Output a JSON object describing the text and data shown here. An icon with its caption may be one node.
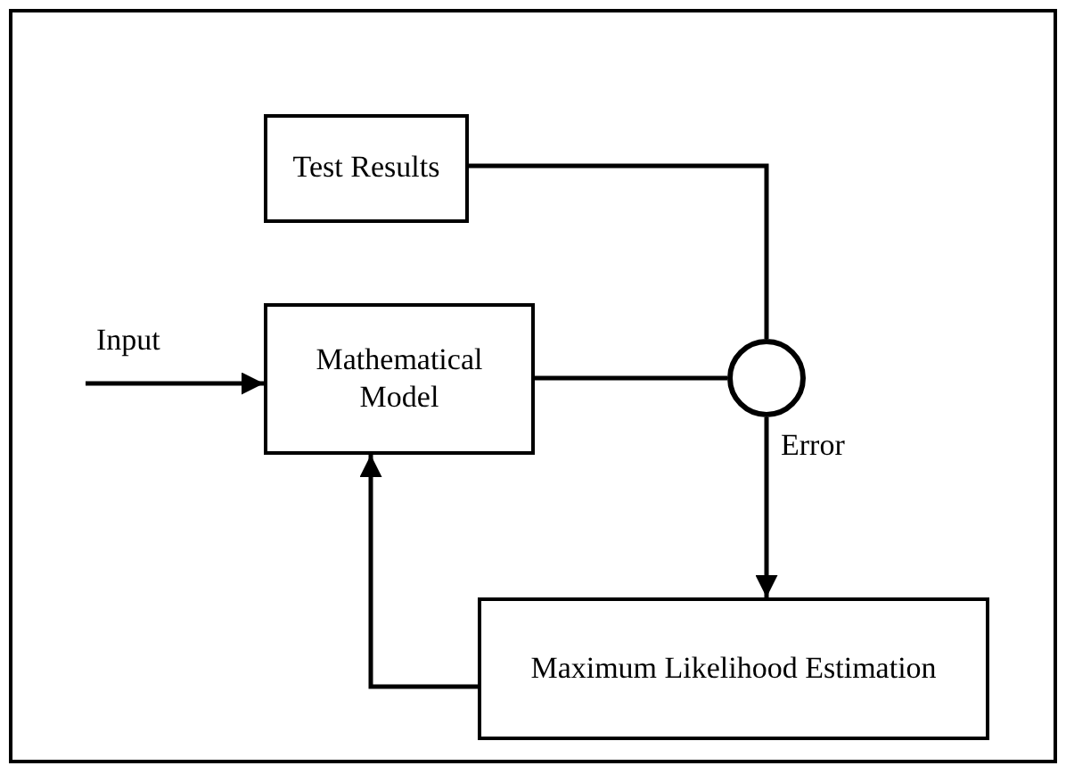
{
  "diagram": {
    "nodes": [
      {
        "text": [
          "Test Results"
        ]
      },
      {
        "text": [
          "Mathematical Model"
        ]
      },
      {
        "text": [],
        "shape": "circle"
      },
      {
        "text": [
          "Maximum Likelihood Estimation"
        ]
      }
    ],
    "edges": [
      {
        "from": 0,
        "to": 2,
        "arrow": "none"
      },
      {
        "from": 1,
        "to": 2,
        "arrow": "none"
      },
      {
        "from": 2,
        "to": 3,
        "arrow": "to",
        "label": "Error"
      },
      {
        "from": 3,
        "to": 1,
        "arrow": "to"
      },
      {
        "from": null,
        "to": 1,
        "arrow": "to",
        "label": "Input"
      }
    ]
  }
}
